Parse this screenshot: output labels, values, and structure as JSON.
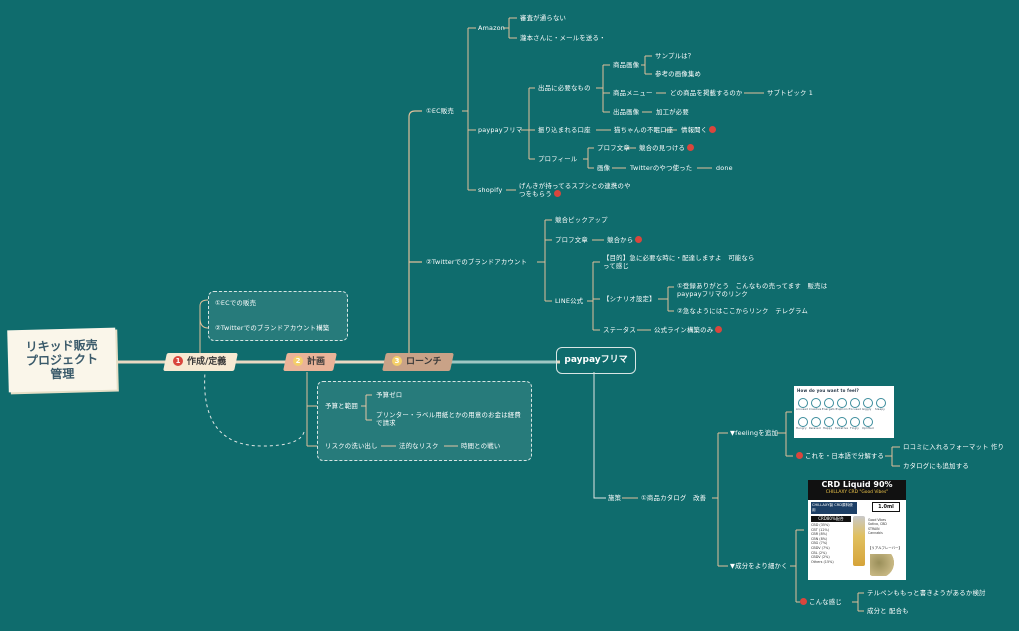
{
  "root": {
    "lines": [
      "リキッド販売",
      "プロジェクト",
      "管理"
    ]
  },
  "stages": [
    {
      "num": "1",
      "label": "作成/定義"
    },
    {
      "num": "2",
      "label": "計画"
    },
    {
      "num": "3",
      "label": "ローンチ"
    }
  ],
  "define": {
    "items": [
      "①ECでの販売",
      "②Twitterでのブランドアカウント構築"
    ]
  },
  "plan": {
    "budget": "予算と範囲",
    "budget_items": [
      "予算ゼロ",
      "プリンター・ラベル用紙とかの用意のお金は経費で請求"
    ],
    "risk": "リスクの洗い出し",
    "risk_legal": "法的なリスク",
    "risk_time": "時間との戦い"
  },
  "ec": {
    "title": "①EC販売",
    "amazon": "Amazon",
    "amazon_items": [
      "審査が通らない",
      "瀧本さんに・メールを送る・"
    ],
    "paypay": "paypayフリマ",
    "needs": "出品に必要なもの",
    "product_image": "商品画像",
    "sample": "サンプルは？",
    "ref_images": "参考の画像集め",
    "menu": "商品メニュー",
    "which_product": "どの商品を掲載するのか",
    "subtopic": "サブトピック 1",
    "listing_image": "出品画像",
    "processing": "加工が必要",
    "transfer": "振り込まれる口座",
    "brother_account": "猫ちゃんの不眠口座",
    "info_listen": "情報聞く",
    "profile": "プロフィール",
    "profile_text": "プロフ文章",
    "find_rivals": "競合の見つける",
    "image": "画像",
    "twitter_use": "Twitterのやつ使った",
    "done": "done",
    "shopify": "shopify",
    "shopify_note": "げんきが持ってるスプシとの連携のやつをもらう"
  },
  "twitter": {
    "title": "②Twitterでのブランドアカウント",
    "rival_pickup": "競合ピックアップ",
    "profile_text": "プロフ文章",
    "from_rivals": "競合から",
    "line": "LINE公式",
    "purpose": "【目的】急に必要な時に・配達しますよ　可能ならって感じ",
    "scenario": "【シナリオ設定】",
    "scenario_1": "①登録ありがとう　こんなもの売ってます　販売はpaypayフリマのリンク",
    "scenario_2": "②急なようにはここからリンク　テレグラム",
    "status": "ステータス",
    "status_value": "公式ライン構築のみ"
  },
  "launch": {
    "center": "paypayフリマ",
    "policy": "施策",
    "catalog": "①商品カタログ　改善",
    "feeling": "▼feelingを追加",
    "japanese": "これを・日本語で分解する",
    "add_format": "ロコミに入れるフォーマット 作り",
    "catalog_append": "カタログにも追加する",
    "detail": "▼成分をより細かく",
    "like_this": "こんな感じ",
    "terpene": "テルペンももっと書きようがあるか検討",
    "ratio": "成分と 配合も"
  },
  "image1": {
    "heading": "How do you want to feel?",
    "icons": [
      "Aroused",
      "Creative",
      "Energetic",
      "Euphoric",
      "Focused",
      "Giggly",
      "Sleepy",
      "Hungry",
      "Relaxed",
      "Happy",
      "Talkative",
      "Tingly",
      "Uplifted"
    ]
  },
  "image2": {
    "title": "CRD Liquid 90%",
    "subtitle": "CHILLAXY CRD \"Good Vibes\"",
    "brand": "CHILLAXY製 CRD原料使用",
    "volume": "1.0ml",
    "ratio_label": "CRD80%配合",
    "rows": [
      "CBD (35%)",
      "CBT (12%)",
      "CBR (8%)",
      "CBN (8%)",
      "CBG (7%)",
      "CBDV (7%)",
      "CBL (2%)",
      "CBDV (2%)",
      "Others (15%)"
    ],
    "flavors": [
      "Good Vibes",
      "Sativa, CBD",
      "STRAIN",
      "Cannabis"
    ],
    "real": "【リアルフレーバー】"
  },
  "colors": {
    "background": "#0f6c6d",
    "stage1": "#f7e9d2",
    "stage2": "#eab398",
    "stage3": "#c9a287",
    "branch": "#e0c09a",
    "accent": "#d9463d"
  }
}
